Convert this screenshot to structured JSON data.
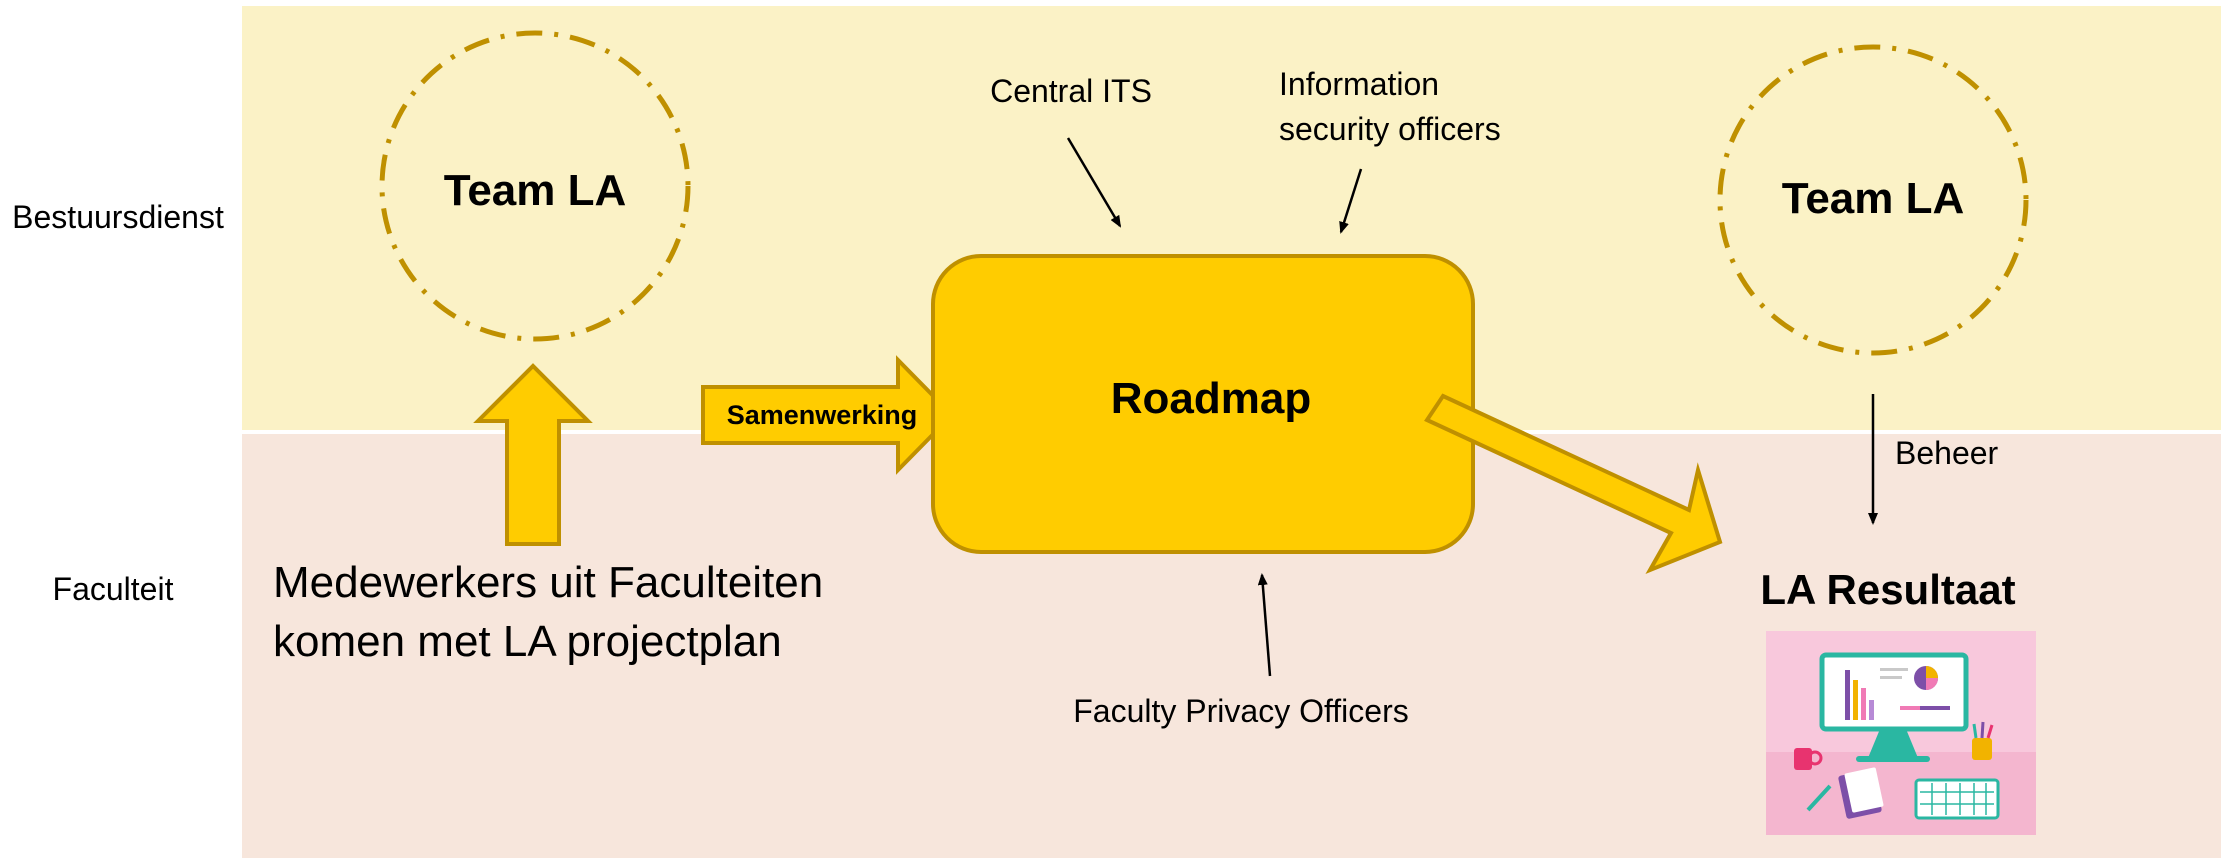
{
  "lanes": {
    "top_label": "Bestuursdienst",
    "bottom_label": "Faculteit",
    "top_color": "#fbf2c6",
    "bottom_color": "#f7e6dc"
  },
  "teams": {
    "left_label": "Team LA",
    "right_label": "Team LA",
    "circle_color": "#bf9000"
  },
  "roadmap": {
    "label": "Roadmap",
    "fill": "#ffcc00",
    "stroke": "#bf9000"
  },
  "collaboration": {
    "label": "Samenwerking"
  },
  "stakeholders": {
    "central_its": "Central ITS",
    "info_security_line1": "Information",
    "info_security_line2": "security officers",
    "faculty_privacy": "Faculty Privacy Officers"
  },
  "faculty_staff": {
    "line1": "Medewerkers uit Faculteiten",
    "line2": "komen met LA projectplan"
  },
  "management": {
    "label": "Beheer"
  },
  "result": {
    "label": "LA Resultaat",
    "illustration": "dashboard-desk-illustration"
  },
  "colors": {
    "arrow_fill": "#ffcc00",
    "arrow_stroke": "#bf9000",
    "illustration_bg": "#f8c8dc"
  }
}
